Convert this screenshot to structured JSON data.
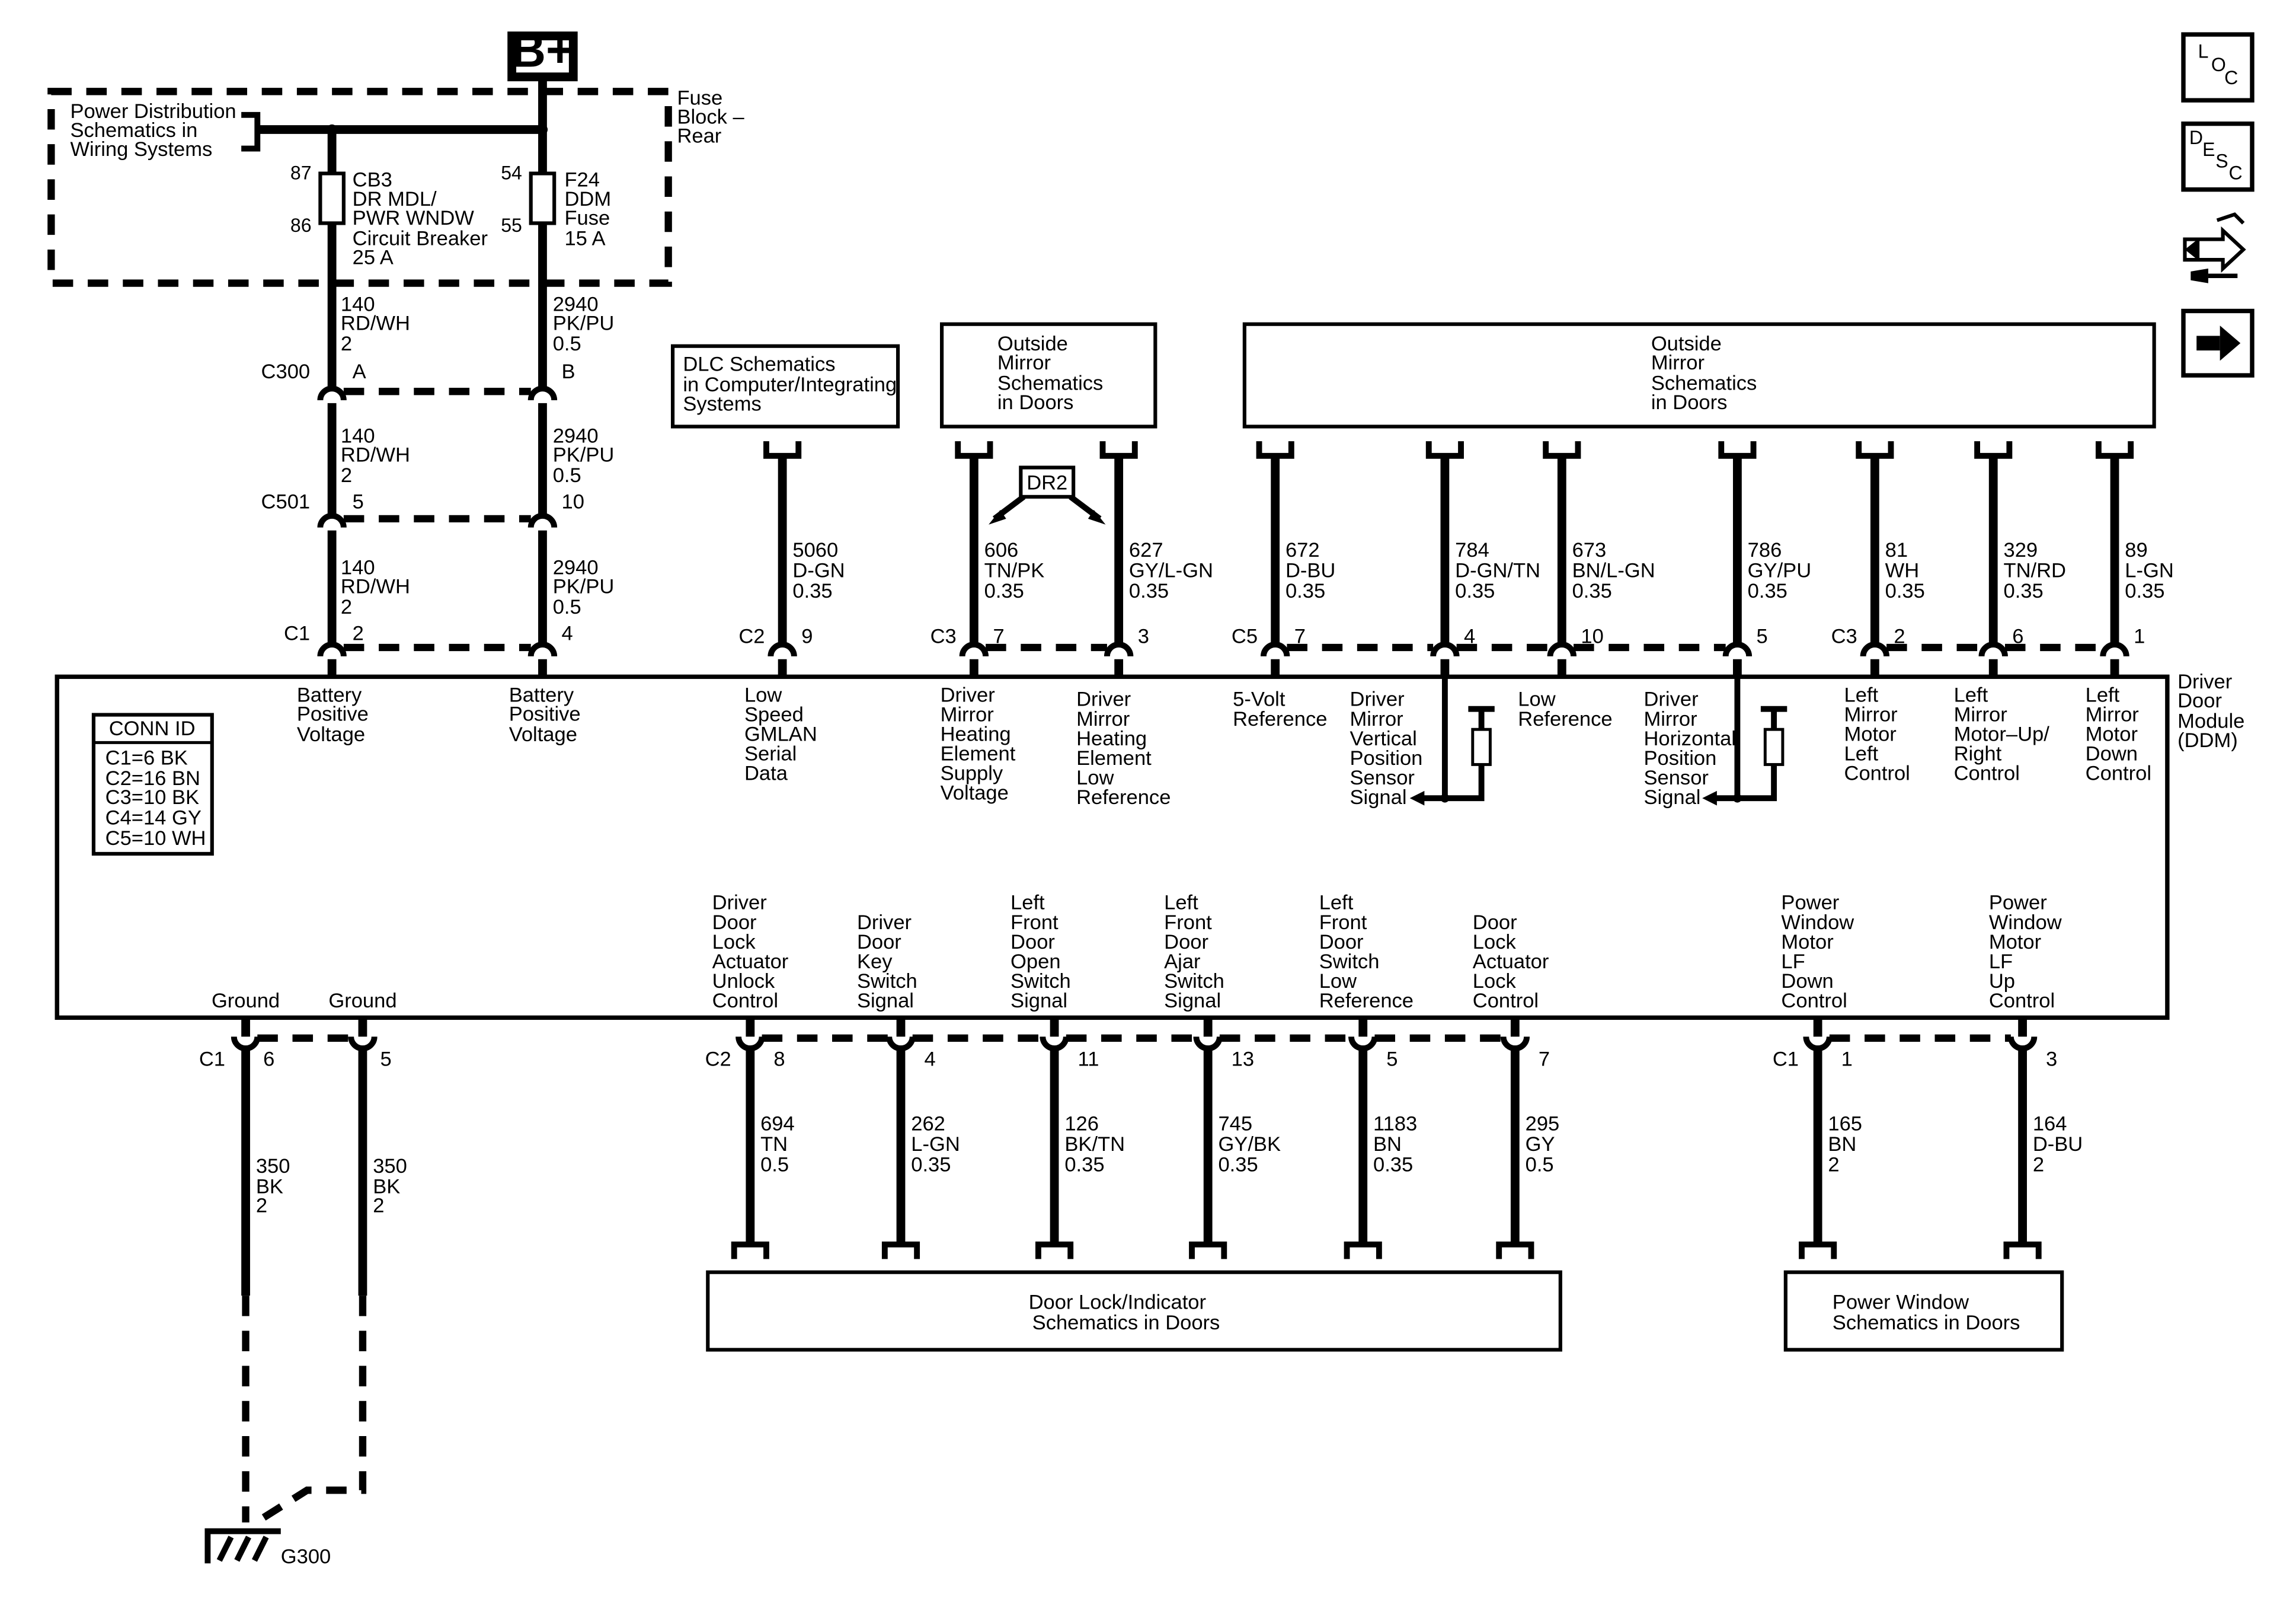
{
  "power_source": "B+",
  "fuse_block": {
    "label": [
      "Fuse",
      "Block –",
      "Rear"
    ],
    "ref_text": [
      "Power Distribution",
      "Schematics in",
      "Wiring Systems"
    ],
    "cb3": {
      "pins": [
        "87",
        "86"
      ],
      "text": [
        "CB3",
        "DR MDL/",
        "PWR WNDW",
        "Circuit Breaker",
        "25 A"
      ]
    },
    "f24": {
      "pins": [
        "54",
        "55"
      ],
      "text": [
        "F24",
        "DDM",
        "Fuse",
        "15 A"
      ]
    }
  },
  "power_wires": {
    "a_segments": [
      [
        "140",
        "RD/WH",
        "2"
      ],
      [
        "140",
        "RD/WH",
        "2"
      ],
      [
        "140",
        "RD/WH",
        "2"
      ]
    ],
    "b_segments": [
      [
        "2940",
        "PK/PU",
        "0.5"
      ],
      [
        "2940",
        "PK/PU",
        "0.5"
      ],
      [
        "2940",
        "PK/PU",
        "0.5"
      ]
    ]
  },
  "connectors": {
    "c300": {
      "name": "C300",
      "pins": [
        "A",
        "B"
      ]
    },
    "c501": {
      "name": "C501",
      "pins": [
        "5",
        "10"
      ]
    },
    "c1_top": {
      "name": "C1",
      "pins": [
        "2",
        "4"
      ]
    }
  },
  "top_refs": {
    "dlc": [
      "DLC Schematics",
      "in Computer/Integrating",
      "Systems"
    ],
    "mirror_small": [
      "Outside",
      "Mirror",
      "Schematics",
      "in Doors"
    ],
    "mirror_large": [
      "Outside",
      "Mirror",
      "Schematics",
      "in Doors"
    ],
    "dr2": "DR2"
  },
  "top_circuits": [
    {
      "conn": "C2",
      "pin": "9",
      "wire": [
        "5060",
        "D-GN",
        "0.35"
      ],
      "label": [
        "Low",
        "Speed",
        "GMLAN",
        "Serial",
        "Data"
      ]
    },
    {
      "conn": "C3",
      "pin": "7",
      "wire": [
        "606",
        "TN/PK",
        "0.35"
      ],
      "label": [
        "Driver",
        "Mirror",
        "Heating",
        "Element",
        "Supply",
        "Voltage"
      ]
    },
    {
      "conn": "",
      "pin": "3",
      "wire": [
        "627",
        "GY/L-GN",
        "0.35"
      ],
      "label": [
        "Driver",
        "Mirror",
        "Heating",
        "Element",
        "Low",
        "Reference"
      ]
    },
    {
      "conn": "C5",
      "pin": "7",
      "wire": [
        "672",
        "D-BU",
        "0.35"
      ],
      "label": [
        "5-Volt",
        "Reference"
      ]
    },
    {
      "conn": "",
      "pin": "4",
      "wire": [
        "784",
        "D-GN/TN",
        "0.35"
      ],
      "label": [
        "Driver",
        "Mirror",
        "Vertical",
        "Position",
        "Sensor",
        "Signal"
      ]
    },
    {
      "conn": "",
      "pin": "10",
      "wire": [
        "673",
        "BN/L-GN",
        "0.35"
      ],
      "label": [
        "Low",
        "Reference"
      ]
    },
    {
      "conn": "",
      "pin": "5",
      "wire": [
        "786",
        "GY/PU",
        "0.35"
      ],
      "label": [
        "Driver",
        "Mirror",
        "Horizontal",
        "Position",
        "Sensor",
        "Signal"
      ]
    },
    {
      "conn": "C3",
      "pin": "2",
      "wire": [
        "81",
        "WH",
        "0.35"
      ],
      "label": [
        "Left",
        "Mirror",
        "Motor",
        "Left",
        "Control"
      ]
    },
    {
      "conn": "",
      "pin": "6",
      "wire": [
        "329",
        "TN/RD",
        "0.35"
      ],
      "label": [
        "Left",
        "Mirror",
        "Motor–Up/",
        "Right",
        "Control"
      ]
    },
    {
      "conn": "",
      "pin": "1",
      "wire": [
        "89",
        "L-GN",
        "0.35"
      ],
      "label": [
        "Left",
        "Mirror",
        "Motor",
        "Down",
        "Control"
      ]
    }
  ],
  "battery_labels": [
    [
      "Battery",
      "Positive",
      "Voltage"
    ],
    [
      "Battery",
      "Positive",
      "Voltage"
    ]
  ],
  "module": {
    "name": [
      "Driver",
      "Door",
      "Module",
      "(DDM)"
    ]
  },
  "conn_id": {
    "title": "CONN ID",
    "rows": [
      "C1=6 BK",
      "C2=16 BN",
      "C3=10 BK",
      "C4=14 GY",
      "C5=10 WH"
    ]
  },
  "ground": {
    "labels": [
      "Ground",
      "Ground"
    ],
    "conn": "C1",
    "pins": [
      "6",
      "5"
    ],
    "wires": [
      [
        "350",
        "BK",
        "2"
      ],
      [
        "350",
        "BK",
        "2"
      ]
    ],
    "point": "G300"
  },
  "bottom_circuits": [
    {
      "conn": "C2",
      "pin": "8",
      "wire": [
        "694",
        "TN",
        "0.5"
      ],
      "label": [
        "Driver",
        "Door",
        "Lock",
        "Actuator",
        "Unlock",
        "Control"
      ]
    },
    {
      "conn": "",
      "pin": "4",
      "wire": [
        "262",
        "L-GN",
        "0.35"
      ],
      "label": [
        "Driver",
        "Door",
        "Key",
        "Switch",
        "Signal"
      ]
    },
    {
      "conn": "",
      "pin": "11",
      "wire": [
        "126",
        "BK/TN",
        "0.35"
      ],
      "label": [
        "Left",
        "Front",
        "Door",
        "Open",
        "Switch",
        "Signal"
      ]
    },
    {
      "conn": "",
      "pin": "13",
      "wire": [
        "745",
        "GY/BK",
        "0.35"
      ],
      "label": [
        "Left",
        "Front",
        "Door",
        "Ajar",
        "Switch",
        "Signal"
      ]
    },
    {
      "conn": "",
      "pin": "5",
      "wire": [
        "1183",
        "BN",
        "0.35"
      ],
      "label": [
        "Left",
        "Front",
        "Door",
        "Switch",
        "Low",
        "Reference"
      ]
    },
    {
      "conn": "",
      "pin": "7",
      "wire": [
        "295",
        "GY",
        "0.5"
      ],
      "label": [
        "Door",
        "Lock",
        "Actuator",
        "Lock",
        "Control"
      ]
    },
    {
      "conn": "C1",
      "pin": "1",
      "wire": [
        "165",
        "BN",
        "2"
      ],
      "label": [
        "Power",
        "Window",
        "Motor",
        "LF",
        "Down",
        "Control"
      ]
    },
    {
      "conn": "",
      "pin": "3",
      "wire": [
        "164",
        "D-BU",
        "2"
      ],
      "label": [
        "Power",
        "Window",
        "Motor",
        "LF",
        "Up",
        "Control"
      ]
    }
  ],
  "bottom_refs": {
    "door_lock": [
      "Door Lock/Indicator",
      "Schematics in Doors"
    ],
    "power_window": [
      "Power Window",
      "Schematics in Doors"
    ]
  },
  "nav_icons": {
    "loc": [
      "L",
      "O",
      "C"
    ],
    "desc": [
      "D",
      "E",
      "S",
      "C"
    ],
    "items": [
      "loc-icon",
      "desc-icon",
      "connector-icon",
      "next-arrow-icon"
    ]
  }
}
